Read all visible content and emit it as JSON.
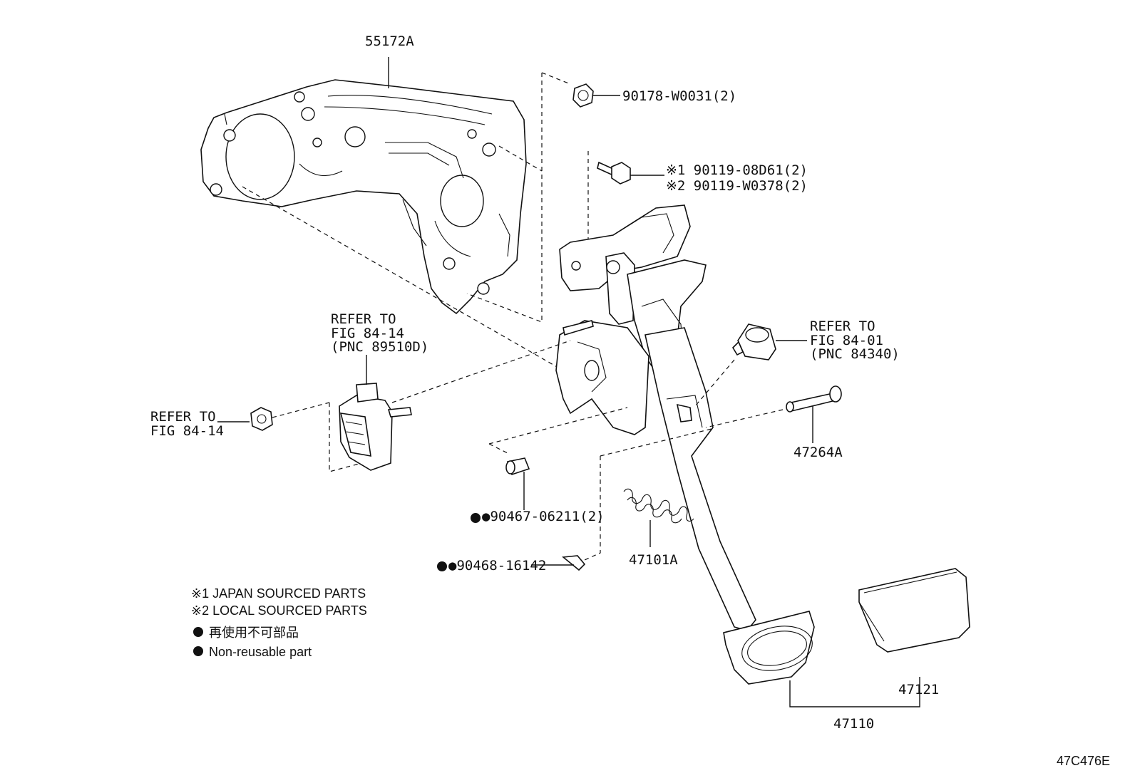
{
  "labels": {
    "p55172a": "55172A",
    "p90178": "90178-W0031(2)",
    "p90119_1": "※1 90119-08D61(2)",
    "p90119_2": "※2 90119-W0378(2)",
    "refer_89510d": [
      "REFER TO",
      "FIG 84-14",
      "(PNC 89510D)"
    ],
    "refer_84340": [
      "REFER TO",
      "FIG 84-01",
      "(PNC 84340)"
    ],
    "refer_nut": [
      "REFER TO",
      "FIG 84-14"
    ],
    "p47264a": "47264A",
    "p90467": "●90467-06211(2)",
    "p90468": "●90468-16142",
    "p47101a": "47101A",
    "p47121": "47121",
    "p47110": "47110"
  },
  "legend": {
    "japan": "※1 JAPAN SOURCED PARTS",
    "local": "※2 LOCAL SOURCED PARTS",
    "jp_nonreuse": "再使用不可部品",
    "en_nonreuse": "Non-reusable part"
  },
  "figure_code": "47C476E"
}
